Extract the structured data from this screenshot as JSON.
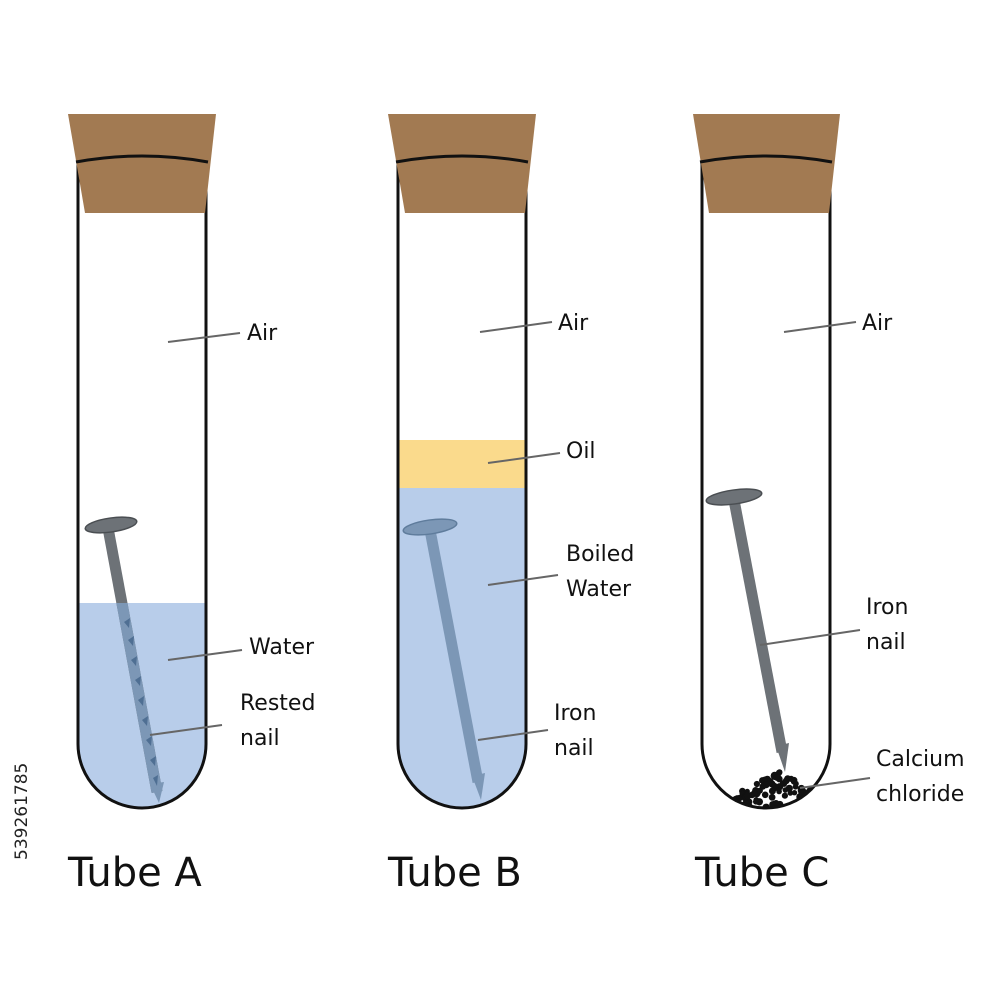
{
  "tubes": [
    {
      "caption": "Tube A",
      "labels": {
        "air": "Air",
        "water": "Water",
        "nail": "Rested\nnail"
      }
    },
    {
      "caption": "Tube B",
      "labels": {
        "air": "Air",
        "oil": "Oil",
        "water": "Boiled\nWater",
        "nail": "Iron\nnail"
      }
    },
    {
      "caption": "Tube C",
      "labels": {
        "air": "Air",
        "nail": "Iron\nnail",
        "desiccant": "Calcium\nchloride"
      }
    }
  ],
  "stock_id": "539261785",
  "colors": {
    "cork": "#A27A52",
    "water": "#B8CDEA",
    "oil": "#FADA8C",
    "nail": "#6D7277",
    "nail_in_water": "#7C97B6",
    "rust": "#4F6F93",
    "outline": "#111111",
    "leader": "#666666"
  }
}
